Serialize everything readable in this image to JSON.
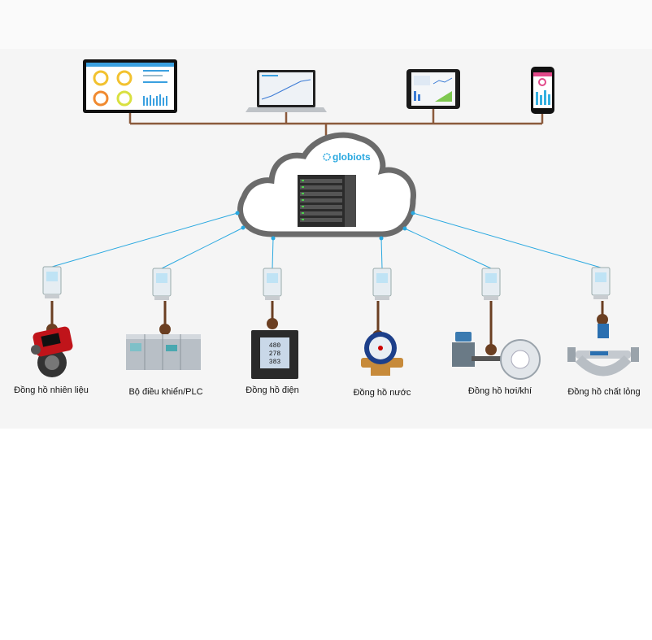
{
  "brand": {
    "logo_text": "globiots"
  },
  "colors": {
    "bus_line": "#8b5a3c",
    "cloud_stroke": "#6b6b6b",
    "wireless": "#29a8e0",
    "logo": "#29a8e0",
    "connector": "#6b3f22"
  },
  "clients": [
    {
      "name": "monitor-dashboard",
      "icon": "monitor-icon"
    },
    {
      "name": "laptop",
      "icon": "laptop-icon"
    },
    {
      "name": "tablet",
      "icon": "tablet-icon"
    },
    {
      "name": "smartphone",
      "icon": "smartphone-icon"
    }
  ],
  "server": {
    "icon": "server-rack-icon"
  },
  "gateways": {
    "icon": "iot-gateway-icon"
  },
  "devices": [
    {
      "label": "Đồng hồ nhiên liệu",
      "icon": "fuel-meter-icon"
    },
    {
      "label": "Bộ điều khiển/PLC",
      "icon": "plc-icon"
    },
    {
      "label": "Đồng hồ điện",
      "icon": "power-meter-icon"
    },
    {
      "label": "Đồng hồ nước",
      "icon": "water-meter-icon"
    },
    {
      "label": "Đồng hồ hơi/khí",
      "icon": "steam-gas-meter-icon"
    },
    {
      "label": "Đồng hồ chất lỏng",
      "icon": "liquid-meter-icon"
    }
  ]
}
